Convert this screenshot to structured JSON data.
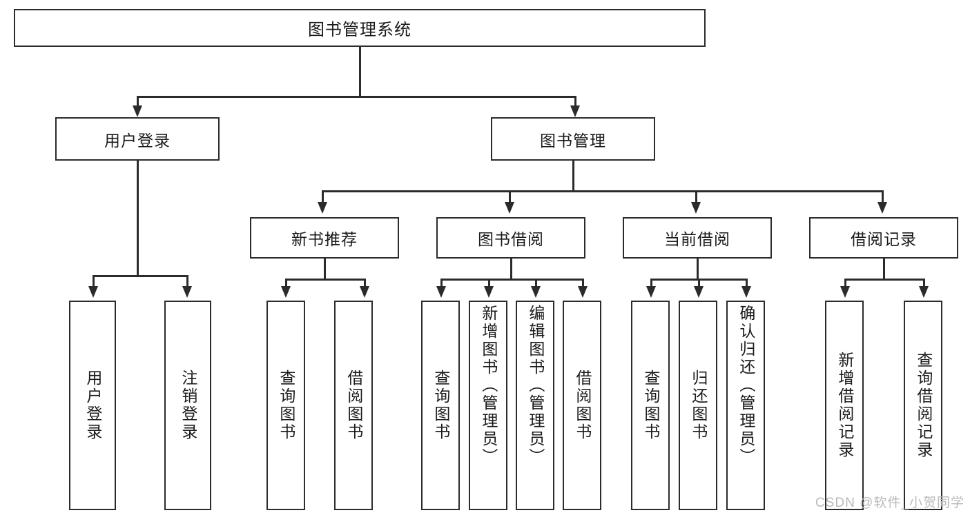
{
  "diagram": {
    "type": "tree-hierarchy",
    "title": "图书管理系统",
    "root": {
      "label": "图书管理系统"
    },
    "level2": [
      {
        "label": "用户登录"
      },
      {
        "label": "图书管理"
      }
    ],
    "level3": [
      {
        "label": "新书推荐"
      },
      {
        "label": "图书借阅"
      },
      {
        "label": "当前借阅"
      },
      {
        "label": "借阅记录"
      }
    ],
    "leaves": {
      "user_login": [
        {
          "label": "用户登录"
        },
        {
          "label": "注销登录"
        }
      ],
      "new_book_recommend": [
        {
          "label": "查询图书"
        },
        {
          "label": "借阅图书"
        }
      ],
      "book_borrow": [
        {
          "label": "查询图书"
        },
        {
          "label": "新增图书（管理员）"
        },
        {
          "label": "编辑图书（管理员）"
        },
        {
          "label": "借阅图书"
        }
      ],
      "current_borrow": [
        {
          "label": "查询图书"
        },
        {
          "label": "归还图书"
        },
        {
          "label": "确认归还（管理员）"
        }
      ],
      "borrow_record": [
        {
          "label": "新增借阅记录"
        },
        {
          "label": "查询借阅记录"
        }
      ]
    }
  },
  "watermark": {
    "text": "CSDN @软件_小贺同学"
  },
  "colors": {
    "stroke": "#2b2b2b",
    "background": "#ffffff",
    "text": "#1b1b1b",
    "watermark": "#b9b9b9"
  }
}
